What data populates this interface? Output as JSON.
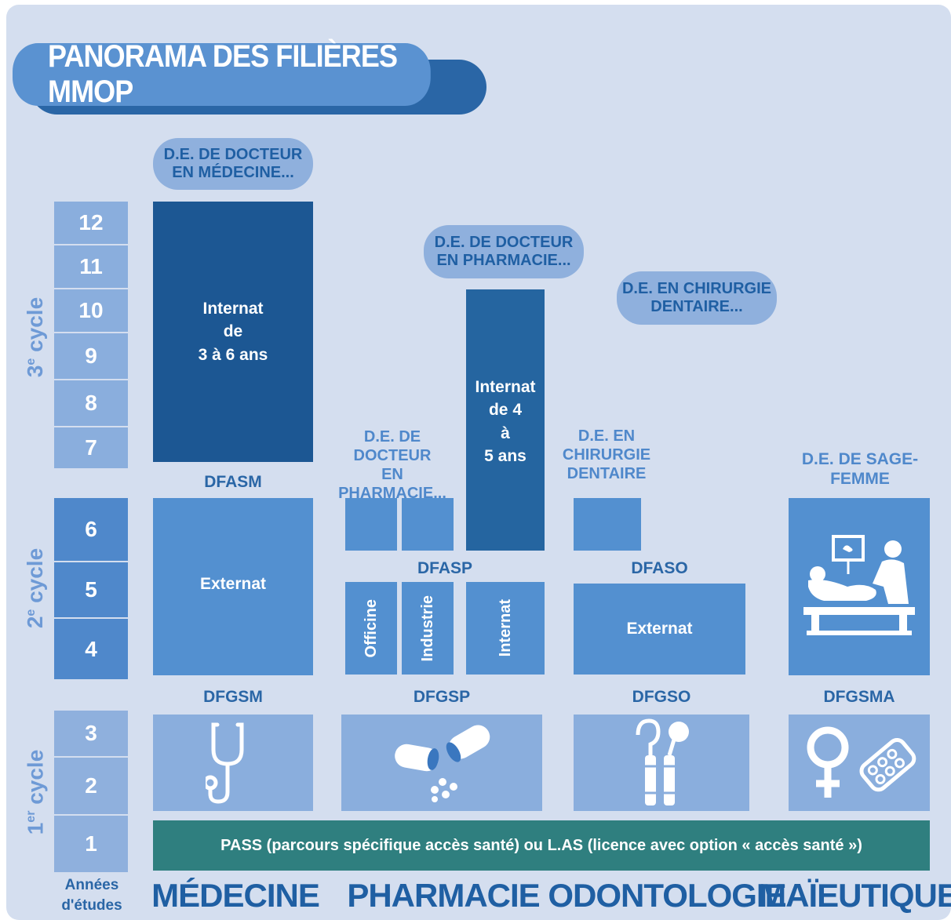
{
  "title": "PANORAMA DES FILIÈRES MMOP",
  "years": {
    "y12": "12",
    "y11": "11",
    "y10": "10",
    "y9": "9",
    "y8": "8",
    "y7": "7",
    "y6": "6",
    "y5": "5",
    "y4": "4",
    "y3": "3",
    "y2": "2",
    "y1": "1"
  },
  "cycles": {
    "c3_num": "3",
    "c3_sup": "e",
    "c3_word": "cycle",
    "c2_num": "2",
    "c2_sup": "e",
    "c2_word": "cycle",
    "c1_num": "1",
    "c1_sup": "er",
    "c1_word": "cycle"
  },
  "years_caption_1": "Années",
  "years_caption_2": "d'études",
  "medecine": {
    "degree_line1": "D.E. DE DOCTEUR",
    "degree_line2": "EN MÉDECINE...",
    "internat_1": "Internat",
    "internat_2": "de",
    "internat_3": "3 à 6 ans",
    "dfasm": "DFASM",
    "externat": "Externat",
    "dfgsm": "DFGSM"
  },
  "pharmacie": {
    "degree_top_1": "D.E. DE DOCTEUR",
    "degree_top_2": "EN PHARMACIE...",
    "degree_side_1": "D.E. DE DOCTEUR",
    "degree_side_2": "EN PHARMACIE...",
    "internat_1": "Internat",
    "internat_2": "de 4",
    "internat_3": "à",
    "internat_4": "5 ans",
    "dfasp": "DFASP",
    "officine": "Officine",
    "industrie": "Industrie",
    "internat_track": "Internat",
    "dfgsp": "DFGSP"
  },
  "odontologie": {
    "degree_top_1": "D.E. EN CHIRURGIE",
    "degree_top_2": "DENTAIRE...",
    "degree_side_1": "D.E. EN",
    "degree_side_2": "CHIRURGIE",
    "degree_side_3": "DENTAIRE",
    "dfaso": "DFASO",
    "externat": "Externat",
    "dfgso": "DFGSO"
  },
  "maieutique": {
    "degree": "D.E. DE SAGE-FEMME",
    "dfgsma": "DFGSMA"
  },
  "pass": "PASS (parcours spécifique accès santé) ou L.AS (licence avec option « accès santé »)",
  "domains": {
    "medecine": "MÉDECINE",
    "pharmacie": "PHARMACIE",
    "odontologie": "ODONTOLOGIE",
    "maieutique": "MAÏEUTIQUE"
  },
  "colors": {
    "panel": "#d4deef",
    "dark_blue": "#1c5793",
    "mid_blue": "#5390d0",
    "pale_blue": "#8aaedd",
    "teal": "#2f7f7f"
  }
}
